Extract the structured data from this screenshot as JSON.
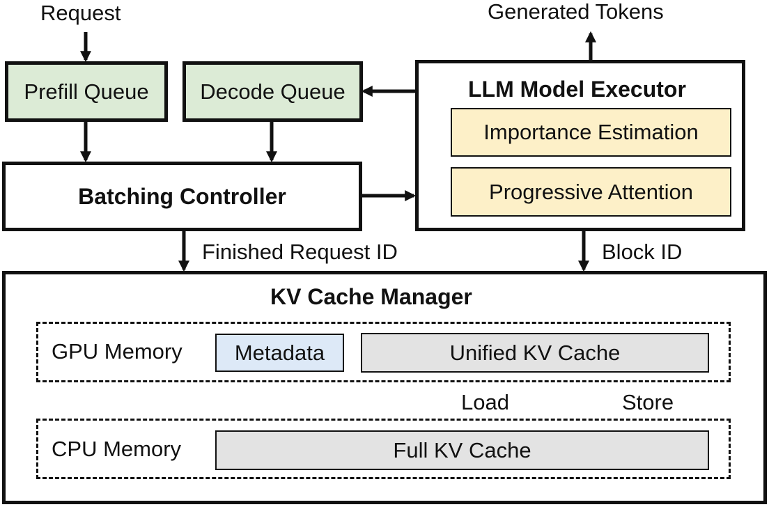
{
  "inputs": {
    "request": "Request",
    "generated_tokens": "Generated Tokens"
  },
  "queues": {
    "prefill": "Prefill Queue",
    "decode": "Decode Queue"
  },
  "batching_controller": "Batching Controller",
  "executor": {
    "title": "LLM Model Executor",
    "importance_estimation": "Importance Estimation",
    "progressive_attention": "Progressive Attention"
  },
  "edges": {
    "finished_request_id": "Finished Request ID",
    "block_id": "Block ID",
    "load": "Load",
    "store": "Store"
  },
  "kv_manager": {
    "title": "KV Cache Manager",
    "gpu_memory": "GPU Memory",
    "metadata": "Metadata",
    "unified_kv_cache": "Unified KV Cache",
    "cpu_memory": "CPU Memory",
    "full_kv_cache": "Full KV Cache"
  },
  "colors": {
    "queue_fill": "#dcebd6",
    "executor_inner_fill": "#fdf0c8",
    "metadata_fill": "#dde9f7",
    "cache_fill": "#e3e3e3",
    "stroke": "#111111"
  }
}
